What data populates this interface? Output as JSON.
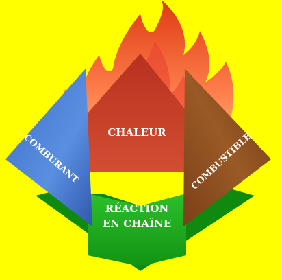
{
  "diagram": {
    "faces": {
      "left": {
        "label": "COMBURANT",
        "color": "#4a7fd4"
      },
      "center": {
        "label": "CHALEUR",
        "color": "#c8402a"
      },
      "right": {
        "label": "COMBUSTIBLE",
        "color": "#8a4a1e"
      },
      "base": {
        "label_line1": "RÉACTION",
        "label_line2": "EN CHAÎNE",
        "color": "#22aa22"
      }
    },
    "colors": {
      "background": "#ffff00",
      "flame_outer": "#ff8a8a",
      "flame_inner": "#e02020",
      "band": "#ffff00"
    }
  }
}
